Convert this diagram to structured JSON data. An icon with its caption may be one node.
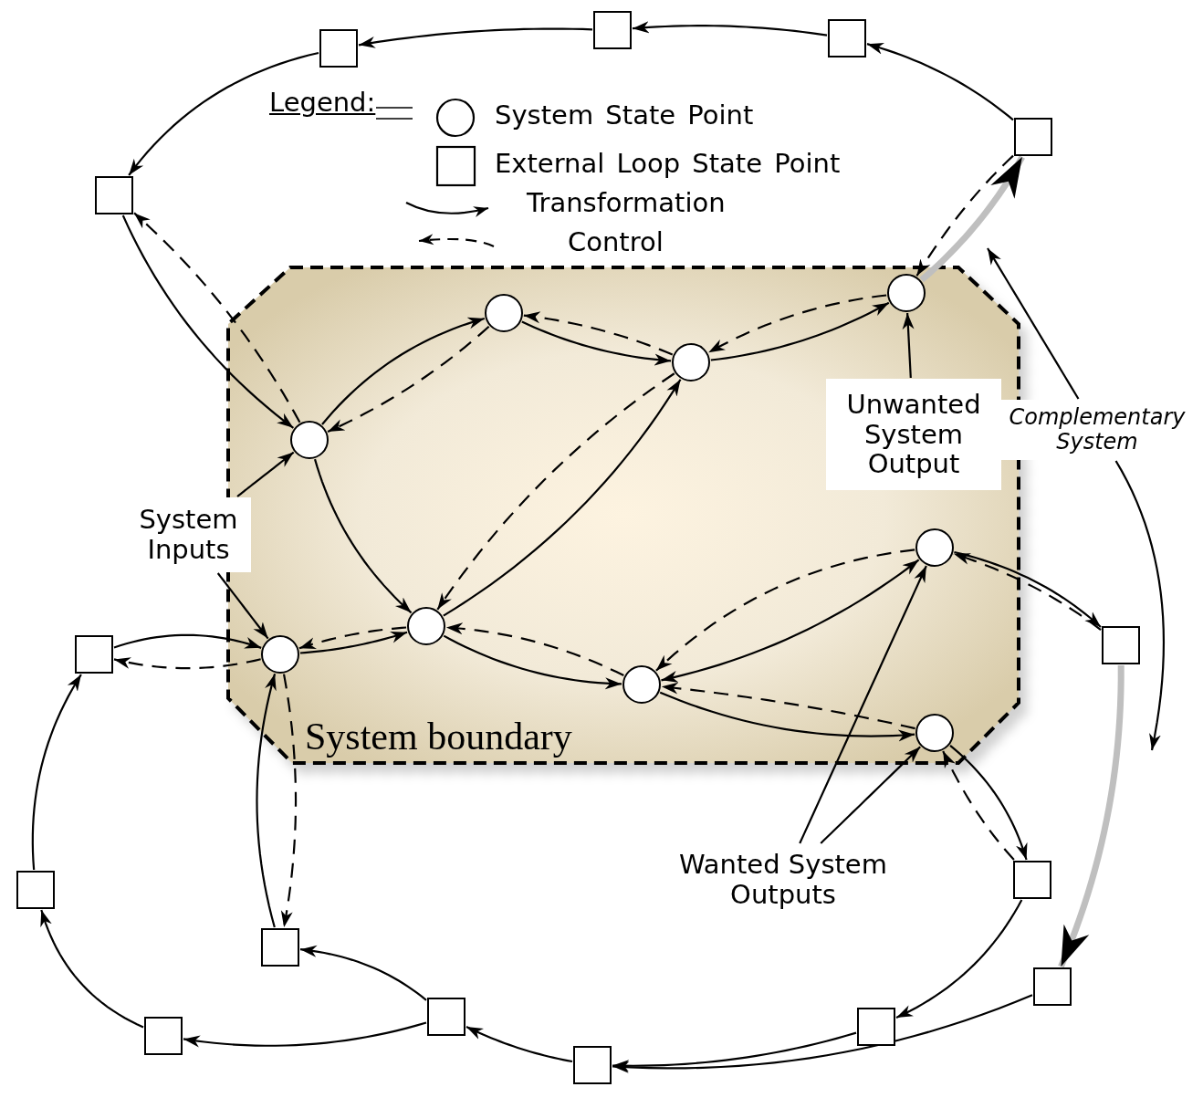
{
  "diagram": {
    "nodes": [
      {
        "text": [
          "System boundary"
        ]
      },
      {
        "text": [],
        "shape": "circle",
        "in": 0
      },
      {
        "text": [],
        "shape": "circle",
        "in": 0
      },
      {
        "text": [],
        "shape": "circle",
        "in": 0
      },
      {
        "text": [],
        "shape": "circle",
        "in": 0
      },
      {
        "text": [],
        "shape": "circle",
        "in": 0
      },
      {
        "text": [],
        "shape": "circle",
        "in": 0
      },
      {
        "text": [],
        "shape": "circle",
        "in": 0
      },
      {
        "text": [],
        "shape": "circle",
        "in": 0
      },
      {
        "text": [],
        "shape": "circle",
        "in": 0
      },
      {
        "text": [],
        "shape": "box"
      },
      {
        "text": [],
        "shape": "box"
      },
      {
        "text": [],
        "shape": "box"
      },
      {
        "text": [],
        "shape": "box"
      },
      {
        "text": [],
        "shape": "box"
      },
      {
        "text": [],
        "shape": "box"
      },
      {
        "text": [],
        "shape": "box"
      },
      {
        "text": [],
        "shape": "box"
      },
      {
        "text": [],
        "shape": "box"
      },
      {
        "text": [],
        "shape": "box"
      },
      {
        "text": [],
        "shape": "box"
      },
      {
        "text": [],
        "shape": "box"
      },
      {
        "text": [],
        "shape": "box"
      },
      {
        "text": [],
        "shape": "box"
      },
      {
        "text": [],
        "shape": "box"
      },
      {
        "text": [
          "Unwanted System Output"
        ],
        "in": 0
      },
      {
        "text": [
          "Complementary System"
        ]
      },
      {
        "text": [
          "System Inputs"
        ]
      },
      {
        "text": [
          "Wanted System Outputs"
        ]
      }
    ],
    "edges": [
      {
        "from": 13,
        "to": 11,
        "arrow": "to"
      },
      {
        "from": 11,
        "to": 10,
        "arrow": "to"
      },
      {
        "from": 10,
        "to": 12,
        "arrow": "to"
      },
      {
        "from": 12,
        "to": 14,
        "arrow": "to"
      },
      {
        "from": 14,
        "to": 4,
        "arrow": "to"
      },
      {
        "from": 4,
        "to": 2,
        "arrow": "to"
      },
      {
        "from": 2,
        "to": 3,
        "arrow": "to"
      },
      {
        "from": 3,
        "to": 1,
        "arrow": "to"
      },
      {
        "from": 4,
        "to": 6,
        "arrow": "to"
      },
      {
        "from": 6,
        "to": 3,
        "arrow": "to"
      },
      {
        "from": 7,
        "to": 6,
        "arrow": "to"
      },
      {
        "from": 6,
        "to": 8,
        "arrow": "to"
      },
      {
        "from": 8,
        "to": 5,
        "arrow": "both"
      },
      {
        "from": 8,
        "to": 9,
        "arrow": "to"
      },
      {
        "from": 5,
        "to": 15,
        "arrow": "to"
      },
      {
        "from": 9,
        "to": 17,
        "arrow": "to"
      },
      {
        "from": 17,
        "to": 22,
        "arrow": "to"
      },
      {
        "from": 22,
        "to": 24,
        "arrow": "to"
      },
      {
        "from": 20,
        "to": 24,
        "arrow": "to"
      },
      {
        "from": 24,
        "to": 21,
        "arrow": "to"
      },
      {
        "from": 21,
        "to": 19,
        "arrow": "to"
      },
      {
        "from": 21,
        "to": 23,
        "arrow": "to"
      },
      {
        "from": 23,
        "to": 18,
        "arrow": "to"
      },
      {
        "from": 18,
        "to": 16,
        "arrow": "to"
      },
      {
        "from": 16,
        "to": 7,
        "arrow": "to"
      },
      {
        "from": 19,
        "to": 7,
        "arrow": "to"
      },
      {
        "from": 1,
        "to": 13,
        "arrow": "to",
        "style": "thick",
        "color": "#bfbfbf"
      },
      {
        "from": 15,
        "to": 20,
        "arrow": "to",
        "style": "thick",
        "color": "#bfbfbf"
      },
      {
        "from": 1,
        "to": 3,
        "arrow": "to",
        "style": "dashed"
      },
      {
        "from": 3,
        "to": 2,
        "arrow": "to",
        "style": "dashed"
      },
      {
        "from": 2,
        "to": 4,
        "arrow": "to",
        "style": "dashed"
      },
      {
        "from": 3,
        "to": 6,
        "arrow": "to",
        "style": "dashed"
      },
      {
        "from": 4,
        "to": 14,
        "arrow": "to",
        "style": "dashed"
      },
      {
        "from": 13,
        "to": 1,
        "arrow": "to",
        "style": "dashed"
      },
      {
        "from": 6,
        "to": 7,
        "arrow": "to",
        "style": "dashed"
      },
      {
        "from": 7,
        "to": 16,
        "arrow": "to",
        "style": "dashed"
      },
      {
        "from": 7,
        "to": 19,
        "arrow": "to",
        "style": "dashed"
      },
      {
        "from": 8,
        "to": 6,
        "arrow": "to",
        "style": "dashed"
      },
      {
        "from": 5,
        "to": 8,
        "arrow": "to",
        "style": "dashed"
      },
      {
        "from": 9,
        "to": 8,
        "arrow": "to",
        "style": "dashed"
      },
      {
        "from": 15,
        "to": 5,
        "arrow": "to",
        "style": "dashed"
      },
      {
        "from": 17,
        "to": 9,
        "arrow": "to",
        "style": "dashed"
      },
      {
        "from": 25,
        "to": 1,
        "arrow": "to"
      },
      {
        "from": 26,
        "to": null,
        "arrow": "to"
      },
      {
        "from": 26,
        "to": null,
        "arrow": "to"
      },
      {
        "from": 27,
        "to": 4,
        "arrow": "to"
      },
      {
        "from": 27,
        "to": 7,
        "arrow": "to"
      },
      {
        "from": 28,
        "to": 5,
        "arrow": "to"
      },
      {
        "from": 28,
        "to": 9,
        "arrow": "to"
      }
    ],
    "labels": [
      "Legend:"
    ],
    "legend": [
      {
        "text": "System State Point"
      },
      {
        "text": "External Loop State Point"
      },
      {
        "text": "Transformation"
      },
      {
        "text": "Control"
      }
    ]
  }
}
